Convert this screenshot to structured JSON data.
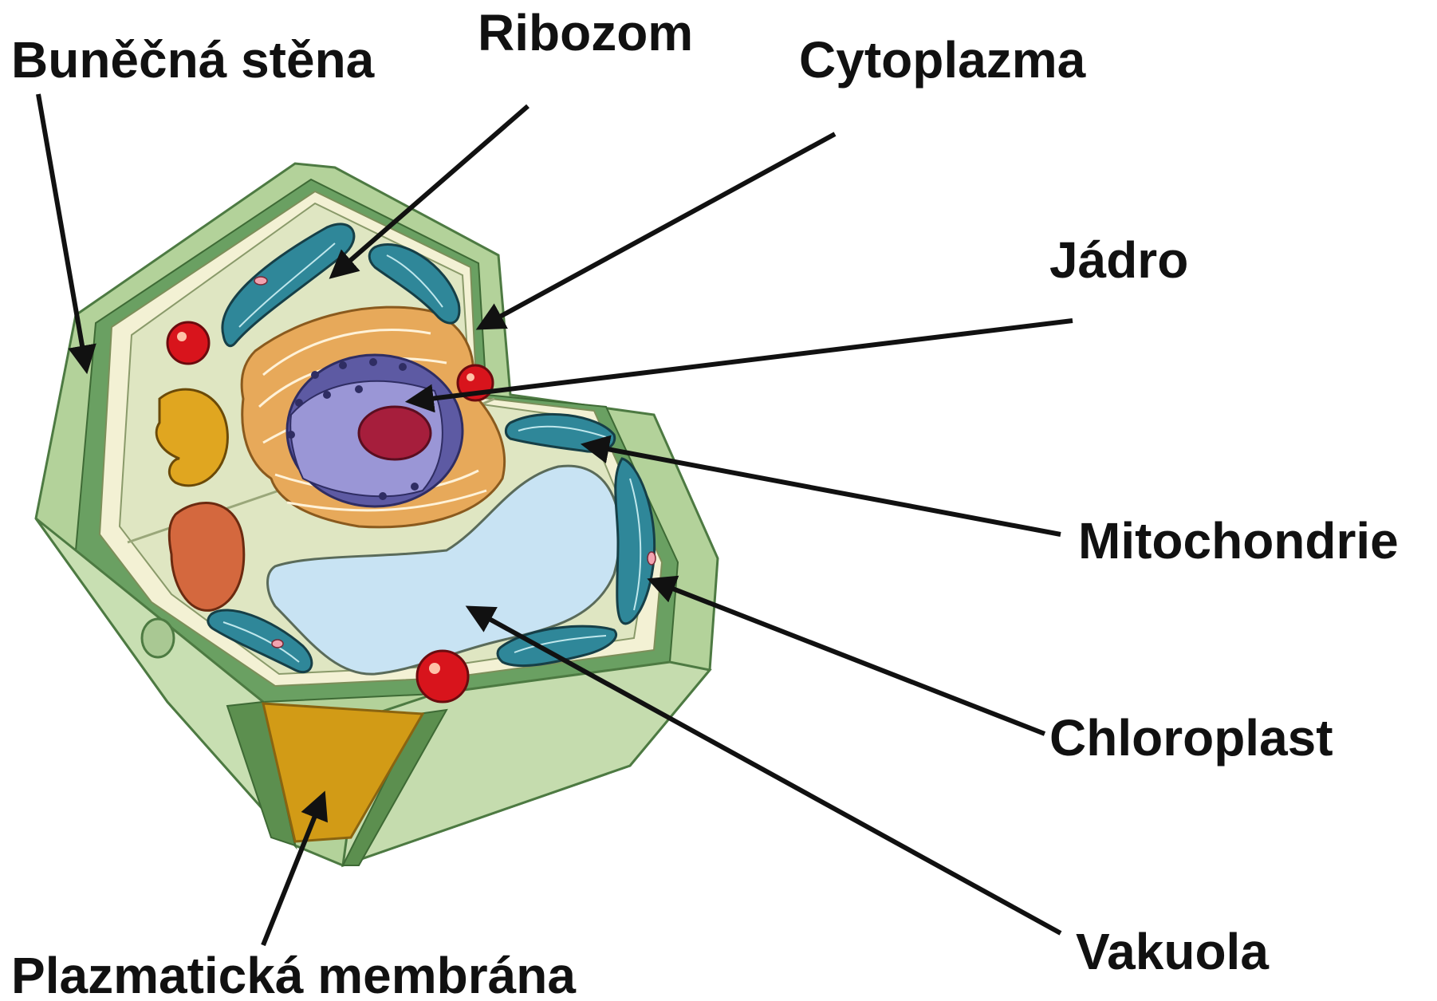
{
  "labels": {
    "cell_wall": "Buněčná stěna",
    "ribosome": "Ribozom",
    "cytoplasm": "Cytoplazma",
    "nucleus": "Jádro",
    "mitochondria": "Mitochondrie",
    "chloroplast": "Chloroplast",
    "vacuole": "Vakuola",
    "plasma_membrane": "Plazmatická membrána"
  },
  "colors": {
    "cell_wall": "#9cc48a",
    "cell_wall_dark": "#5c8f4f",
    "cytoplasm": "#dfe7c6",
    "vacuole": "#c8e3f3",
    "nucleus": "#8a86c4",
    "nucleolus": "#a61e3c",
    "golgi": "#e6a85a",
    "mitochondria": "#2f8799",
    "ribosome": "#d8141c",
    "membrane_cut": "#d4a017",
    "arrow": "#111111"
  }
}
